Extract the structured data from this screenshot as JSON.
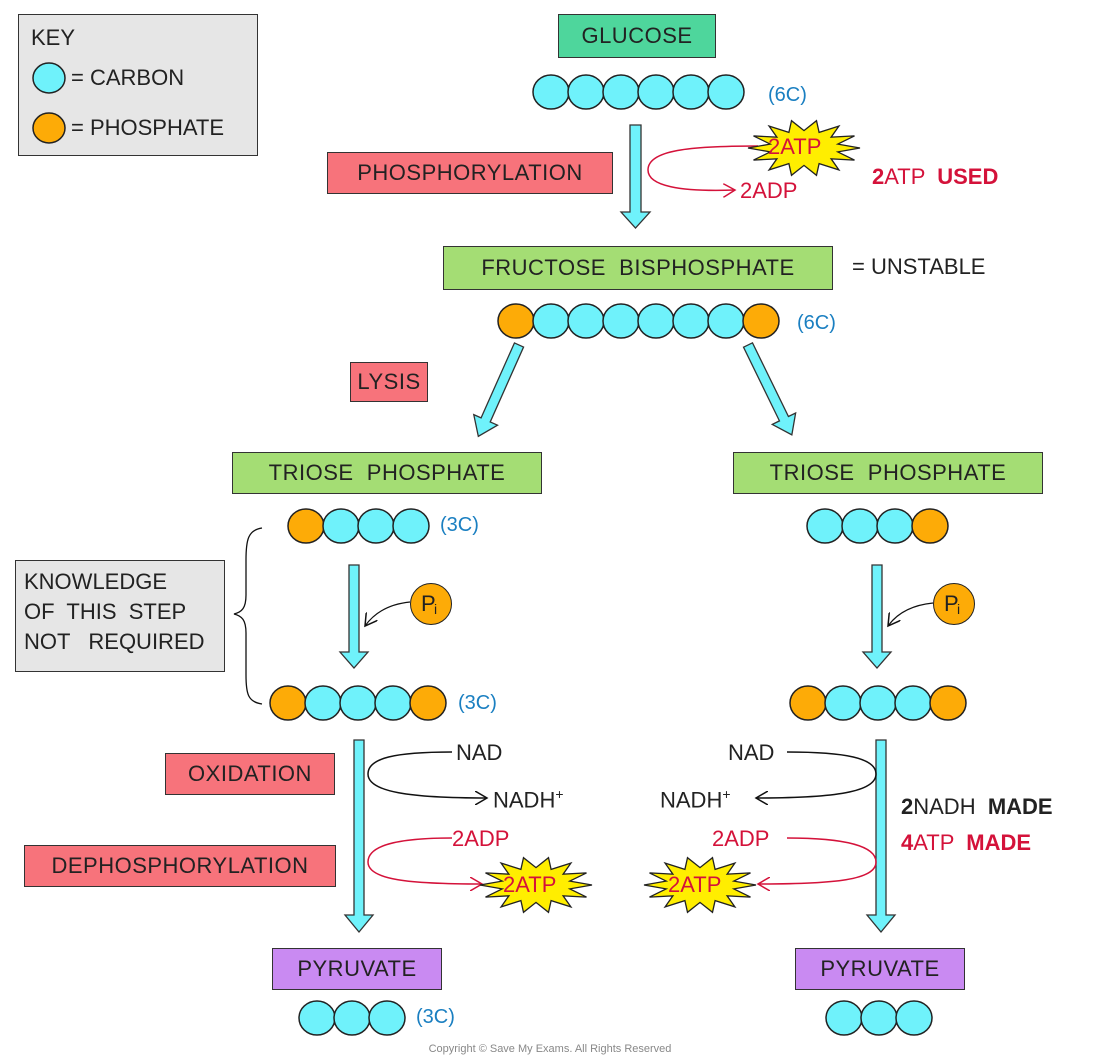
{
  "key": {
    "title": "KEY",
    "items": [
      {
        "label": "= CARBON",
        "color": "#6ff2fb"
      },
      {
        "label": "= PHOSPHATE",
        "color": "#fdab07"
      }
    ]
  },
  "colors": {
    "carbon": "#6ff2fb",
    "phosphate": "#fdab07",
    "arrow": "#6ff2fb",
    "atp_burst": "#ffee00",
    "red_text": "#d4123a",
    "blue_text": "#1a7fc1"
  },
  "molecules": {
    "glucose": {
      "label": "GLUCOSE",
      "chain": [
        "C",
        "C",
        "C",
        "C",
        "C",
        "C"
      ],
      "carbon_count": "(6C)"
    },
    "fructose_bisphosphate": {
      "label": "FRUCTOSE  BISPHOSPHATE",
      "note": "= UNSTABLE",
      "chain": [
        "P",
        "C",
        "C",
        "C",
        "C",
        "C",
        "C",
        "P"
      ],
      "carbon_count": "(6C)"
    },
    "triose_left": {
      "label": "TRIOSE  PHOSPHATE",
      "chain": [
        "P",
        "C",
        "C",
        "C"
      ],
      "carbon_count": "(3C)"
    },
    "triose_right": {
      "label": "TRIOSE  PHOSPHATE",
      "chain": [
        "C",
        "C",
        "C",
        "P"
      ]
    },
    "bisphospho_left": {
      "chain": [
        "P",
        "C",
        "C",
        "C",
        "P"
      ],
      "carbon_count": "(3C)"
    },
    "bisphospho_right": {
      "chain": [
        "P",
        "C",
        "C",
        "C",
        "P"
      ]
    },
    "pyruvate_left": {
      "label": "PYRUVATE",
      "chain": [
        "C",
        "C",
        "C"
      ],
      "carbon_count": "(3C)"
    },
    "pyruvate_right": {
      "label": "PYRUVATE",
      "chain": [
        "C",
        "C",
        "C"
      ]
    }
  },
  "steps": {
    "phosphorylation": "PHOSPHORYLATION",
    "lysis": "LYSIS",
    "oxidation": "OXIDATION",
    "dephosphorylation": "DEPHOSPHORYLATION"
  },
  "reactants": {
    "atp_in": "2ATP",
    "adp_out": "2ADP",
    "pi": "P",
    "pi_sub": "i",
    "nad": "NAD",
    "nadh": "NADH",
    "nadh_sup": "+",
    "adp_in": "2ADP",
    "atp_out": "2ATP"
  },
  "summaries": {
    "atp_used": {
      "num": "2",
      "text": "ATP",
      "word": "USED"
    },
    "nadh_made": {
      "num": "2",
      "text": "NADH",
      "word": "MADE"
    },
    "atp_made": {
      "num": "4",
      "text": "ATP",
      "word": "MADE"
    }
  },
  "note": {
    "lines": [
      "KNOWLEDGE",
      "OF  THIS  STEP",
      "NOT   REQUIRED"
    ]
  },
  "copyright": "Copyright © Save My Exams. All Rights Reserved"
}
